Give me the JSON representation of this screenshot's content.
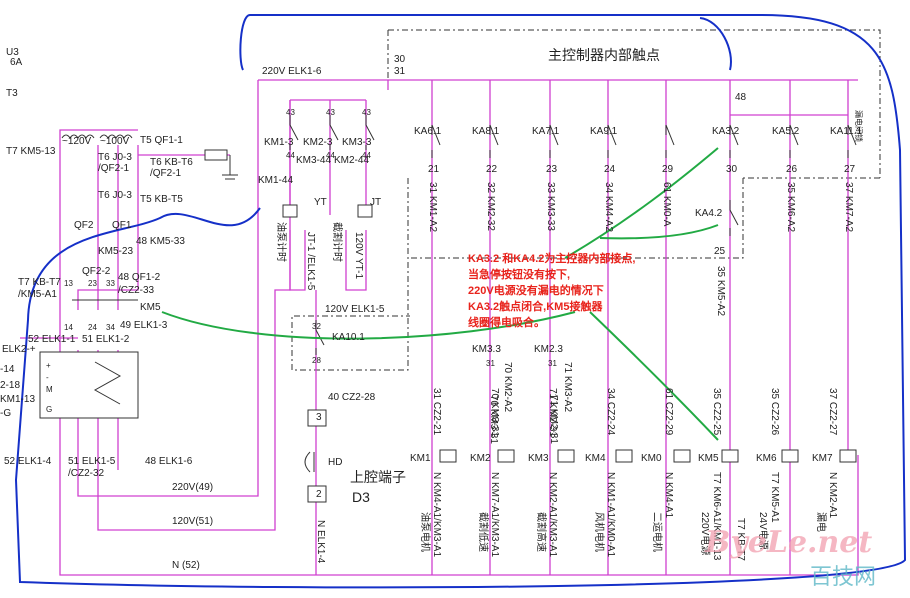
{
  "wires": {
    "bus_top": "220V ELK1-6",
    "v220_49": "220V(49)",
    "v120_51": "120V(51)",
    "n52": "N (52)",
    "elk15": "120V ELK1-5",
    "n_elk14": "N ELK1-4",
    "cz2_28": "40 CZ2-28",
    "n30": "30",
    "n31": "31",
    "n48": "48"
  },
  "controller_title": "主控制器内部触点",
  "left_labels": [
    "U3",
    "6A",
    "T3",
    "T7 KM5-13",
    "~120V",
    "~100V",
    "T5 QF1-1",
    "T6 J0-3",
    "/QF2-1",
    "T6 KB-T6",
    "/QF2-1",
    "T6 J0-3",
    "T5 KB-T5",
    "QF2",
    "QF1",
    "KM5-23",
    "48 KM5-33",
    "QF2-2",
    "48 QF1-2",
    "T7 KB-T7",
    "/KM5-A1",
    "/CZ2-33",
    "KM5",
    "52 ELK1-1",
    "51 ELK1-2",
    "49 ELK1-3",
    "ELK2-+",
    "-14",
    "2-18",
    "KM1-13",
    "-G",
    "52 ELK1-4",
    "51 ELK1-5",
    "/CZ2-32",
    "48 ELK1-6"
  ],
  "terminals": [
    "13",
    "23",
    "33",
    "14",
    "24",
    "34",
    "+",
    "-",
    "M",
    "G"
  ],
  "relay_contacts": [
    "KM1-3",
    "KM2-3",
    "KM3-3",
    "KM3-44",
    "KM2-44",
    "KM1-44",
    "43",
    "44",
    "43",
    "44",
    "43",
    "44",
    "YT",
    "JT"
  ],
  "relay_descs": [
    "油泵计时",
    "JT-1 /ELK1-5",
    "截割计时",
    "120V YT-1"
  ],
  "ka_contacts": [
    {
      "name": "KA6.1",
      "num": "21",
      "wire": "31 KM1-A2"
    },
    {
      "name": "KA8.1",
      "num": "22",
      "wire": "32 KM2-32"
    },
    {
      "name": "KA7.1",
      "num": "23",
      "wire": "33 KM3-33"
    },
    {
      "name": "KA9.1",
      "num": "24",
      "wire": "34 KM4-A2"
    },
    {
      "name": "",
      "num": "29",
      "wire": "61 KM0-A"
    },
    {
      "name": "KA3.2",
      "num": "30",
      "wire": ""
    },
    {
      "name": "KA5.2",
      "num": "26",
      "wire": "35 KM6-A2"
    },
    {
      "name": "KA11.1",
      "num": "27",
      "wire": "37 KM7-A2"
    }
  ],
  "ka42": "KA4.2",
  "n25": "25",
  "km5_a2": "35 KM5-A2",
  "leak_lock": "漏电闭锁",
  "lower_contacts": [
    "KM3.3",
    "KM2.3",
    "31",
    "31",
    "70 KM2-A2",
    "71 KM3-A2",
    "70 KM3-31",
    "71 KM2-31",
    "KA10.1",
    "32",
    "28",
    "3",
    "HD",
    "2"
  ],
  "cz2_wires": [
    "31 CZ2-21",
    "70 KM3-31",
    "71 KM2-31",
    "34 CZ2-24",
    "61 CZ2-29",
    "35 CZ2-25",
    "35 CZ2-26",
    "37 CZ2-27"
  ],
  "coils": [
    "KM1",
    "KM2",
    "KM3",
    "KM4",
    "KM0",
    "KM5",
    "KM6",
    "KM7"
  ],
  "loads": [
    {
      "wire": "N KM4-A1/KM3-A1",
      "desc": "油泵电机"
    },
    {
      "wire": "N KM7-A1/KM3-A1",
      "desc": "截割低速"
    },
    {
      "wire": "N KM2-A1/KM3-A1",
      "desc": "截割高速"
    },
    {
      "wire": "N KM1-A1/KM0-A1",
      "desc": "风机电机"
    },
    {
      "wire": "N KM4-A1",
      "desc": "二运电机"
    },
    {
      "wire": "T7 KM6-A1/KM1-13",
      "desc": "220V电源"
    },
    {
      "wire": "T7 KM5-A1",
      "desc": "24V电源"
    },
    {
      "wire": "N KM2-A1",
      "desc": "漏电"
    }
  ],
  "cavity": "上腔端子",
  "d3": "D3",
  "t7kb": "T7 KB-T7",
  "annotation": [
    "KA3.2 和KA4.2为主控器内部接点,",
    "当急停按钮没有按下,",
    "220V电源没有漏电的情况下",
    "KA3.2触点闭合,KM5接触器",
    "线圈得电吸合。"
  ],
  "watermark": {
    "main": "ByeLe.net",
    "sub": "百技网"
  },
  "colors": {
    "wire": "#d040d0",
    "note": "#e8231c",
    "arrow": "#22aa44",
    "loop": "#1530c8"
  }
}
